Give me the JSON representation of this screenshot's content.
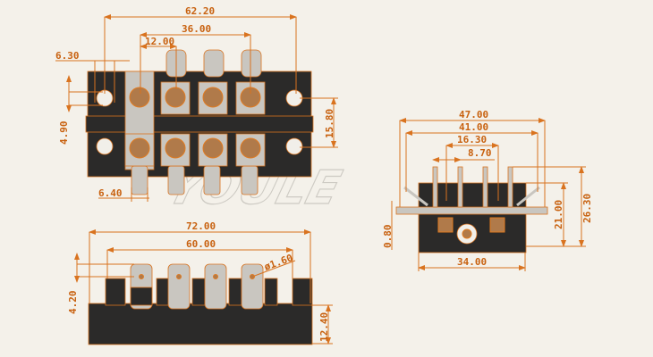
{
  "watermark": "YOULE",
  "top_view": {
    "dimensions": {
      "overall_hole_span": "62.20",
      "terminal_span": "36.00",
      "terminal_pitch": "12.00",
      "hole_offset": "6.30",
      "hole_vertical": "4.90",
      "hole_spacing": "15.80",
      "tab_width": "6.40"
    }
  },
  "front_view": {
    "dimensions": {
      "overall_length": "72.00",
      "inner_length": "60.00",
      "tab_hole_diameter": "ø1.60",
      "tab_height": "4.20",
      "base_height": "12.40"
    }
  },
  "side_view": {
    "dimensions": {
      "overall_width": "47.00",
      "inner_width": "41.00",
      "tab_spacing_outer": "16.30",
      "tab_spacing_inner": "8.70",
      "overall_height": "26.30",
      "body_height": "21.00",
      "plate_thickness": "0.80",
      "base_width": "34.00"
    }
  }
}
